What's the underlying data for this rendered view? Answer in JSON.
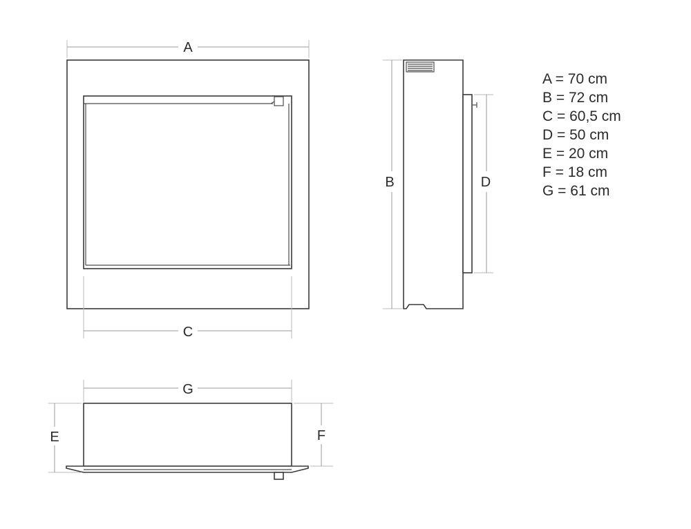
{
  "dimension_labels": {
    "A": "A",
    "B": "B",
    "C": "C",
    "D": "D",
    "E": "E",
    "F": "F",
    "G": "G"
  },
  "legend": [
    "A = 70 cm",
    "B = 72 cm",
    "C = 60,5 cm",
    "D = 50 cm",
    "E = 20 cm",
    "F = 18 cm",
    "G = 61 cm"
  ]
}
